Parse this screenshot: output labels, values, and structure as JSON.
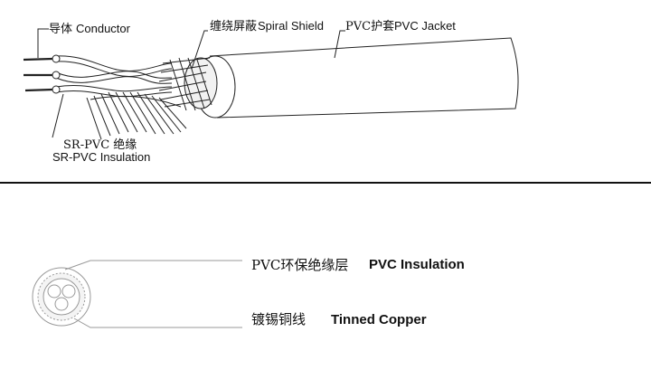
{
  "top_labels": {
    "conductor_cn": "导体",
    "conductor_en": "Conductor",
    "shield_cn": "缠绕屏蔽",
    "shield_en": "Spiral Shield",
    "jacket_cn": "PVC护套",
    "jacket_en": "PVC Jacket",
    "insulation_cn": "SR-PVC  绝缘",
    "insulation_en": "SR-PVC Insulation"
  },
  "bottom_labels": {
    "pvc_cn": "PVC环保绝缘层",
    "pvc_en": "PVC Insulation",
    "copper_cn": "镀锡铜线",
    "copper_en": "Tinned Copper"
  },
  "colors": {
    "line": "#222222",
    "divider": "#111111",
    "shield_fill": "#f2f2f2"
  }
}
